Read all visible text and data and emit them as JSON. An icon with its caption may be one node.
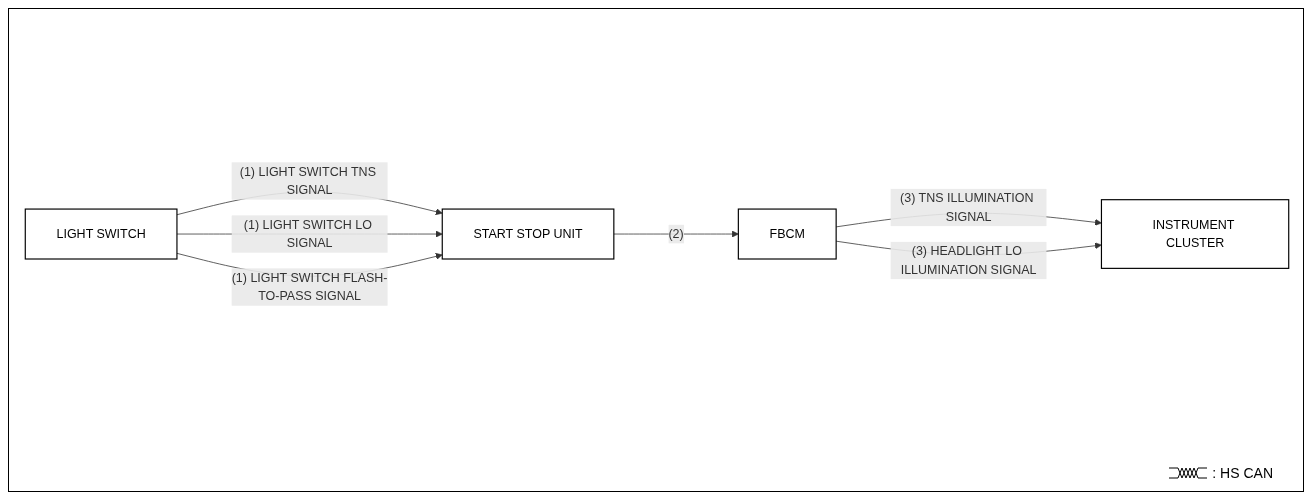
{
  "diagram": {
    "nodes": [
      {
        "text": [
          "LIGHT SWITCH"
        ]
      },
      {
        "text": [
          "START STOP UNIT"
        ]
      },
      {
        "text": [
          "FBCM"
        ]
      },
      {
        "text": [
          "INSTRUMENT CLUSTER"
        ]
      }
    ],
    "edges": [
      {
        "from": 0,
        "to": 1,
        "arrow": "to",
        "label": "(1) LIGHT SWITCH TNS SIGNAL"
      },
      {
        "from": 0,
        "to": 1,
        "arrow": "to",
        "label": "(1) LIGHT SWITCH LO SIGNAL"
      },
      {
        "from": 0,
        "to": 1,
        "arrow": "to",
        "label": "(1) LIGHT SWITCH FLASH-TO-PASS SIGNAL"
      },
      {
        "from": 1,
        "to": 2,
        "arrow": "to",
        "label": "(2)"
      },
      {
        "from": 2,
        "to": 3,
        "arrow": "to",
        "label": "(3) TNS ILLUMINATION SIGNAL"
      },
      {
        "from": 2,
        "to": 3,
        "arrow": "to",
        "label": "(3) HEADLIGHT LO ILLUMINATION SIGNAL"
      }
    ],
    "legend": [
      {
        "text": ": HS CAN"
      }
    ]
  }
}
